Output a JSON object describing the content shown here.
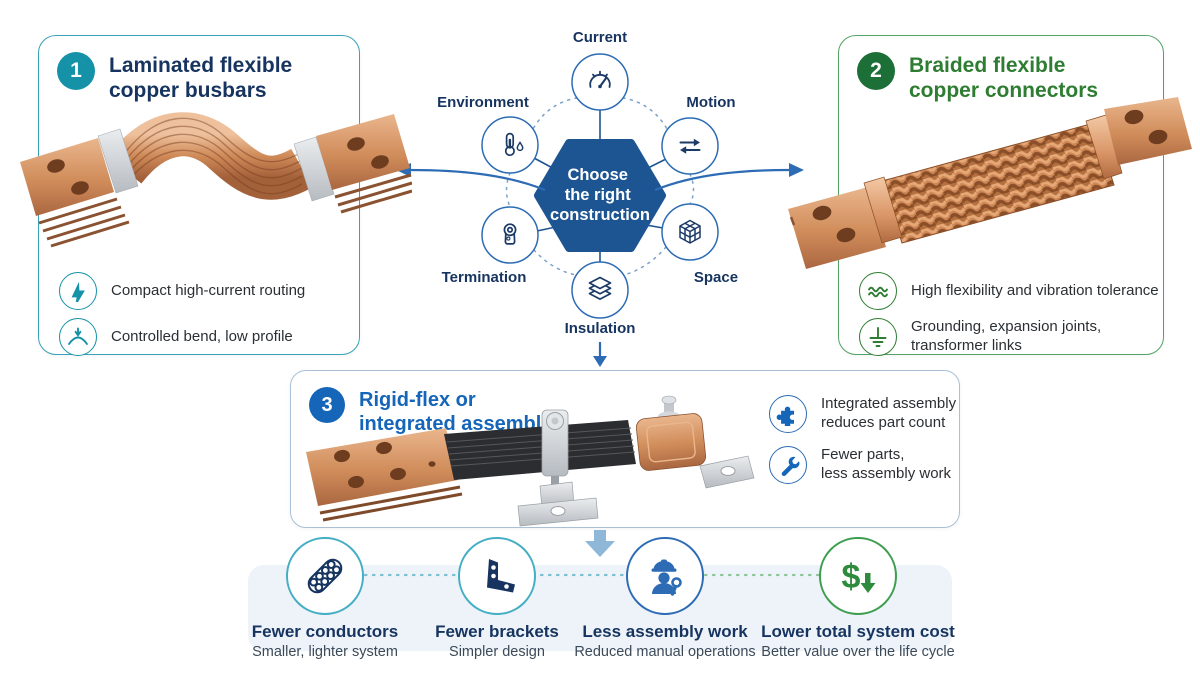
{
  "colors": {
    "teal_accent": "#1692a8",
    "teal_border": "#3aa2b6",
    "green_accent": "#1d6f38",
    "green_title": "#2e7d32",
    "green_border": "#55a266",
    "blue_accent": "#1565b8",
    "hex_blue": "#1d5593",
    "navy_text": "#16345f",
    "arrow_blue": "#2d6cb5",
    "light_arrow": "#8fb8d8",
    "band_bg": "#edf3f9",
    "copper": "#cf8a58",
    "cost_green": "#2e8b3d"
  },
  "cards": [
    {
      "number": "1",
      "title": "Laminated flexible\ncopper busbars",
      "features": [
        {
          "icon": "lightning-icon",
          "text": "Compact high-current routing"
        },
        {
          "icon": "bend-icon",
          "text": "Controlled bend, low profile"
        }
      ]
    },
    {
      "number": "2",
      "title": "Braided flexible\ncopper connectors",
      "features": [
        {
          "icon": "waves-icon",
          "text": "High flexibility and vibration tolerance"
        },
        {
          "icon": "ground-icon",
          "text": "Grounding, expansion joints,\ntransformer links"
        }
      ]
    },
    {
      "number": "3",
      "title": "Rigid-flex or\nintegrated assemblies",
      "features": [
        {
          "icon": "puzzle-icon",
          "text": "Integrated assembly\nreduces part count"
        },
        {
          "icon": "wrench-icon",
          "text": "Fewer parts,\nless assembly work"
        }
      ]
    }
  ],
  "hub": {
    "center_lines": [
      "Choose",
      "the right",
      "construction"
    ],
    "nodes": [
      {
        "label": "Current",
        "icon": "gauge-icon"
      },
      {
        "label": "Environment",
        "icon": "thermometer-icon"
      },
      {
        "label": "Motion",
        "icon": "motion-arrows-icon"
      },
      {
        "label": "Termination",
        "icon": "lug-icon"
      },
      {
        "label": "Space",
        "icon": "cube-icon"
      },
      {
        "label": "Insulation",
        "icon": "layers-icon"
      }
    ]
  },
  "benefits": [
    {
      "icon": "conductors-icon",
      "title": "Fewer conductors",
      "subtitle": "Smaller, lighter system"
    },
    {
      "icon": "bracket-icon",
      "title": "Fewer brackets",
      "subtitle": "Simpler design"
    },
    {
      "icon": "worker-icon",
      "title": "Less assembly work",
      "subtitle": "Reduced manual operations"
    },
    {
      "icon": "dollar-down-icon",
      "title": "Lower total system cost",
      "subtitle": "Better value over the life cycle"
    }
  ]
}
